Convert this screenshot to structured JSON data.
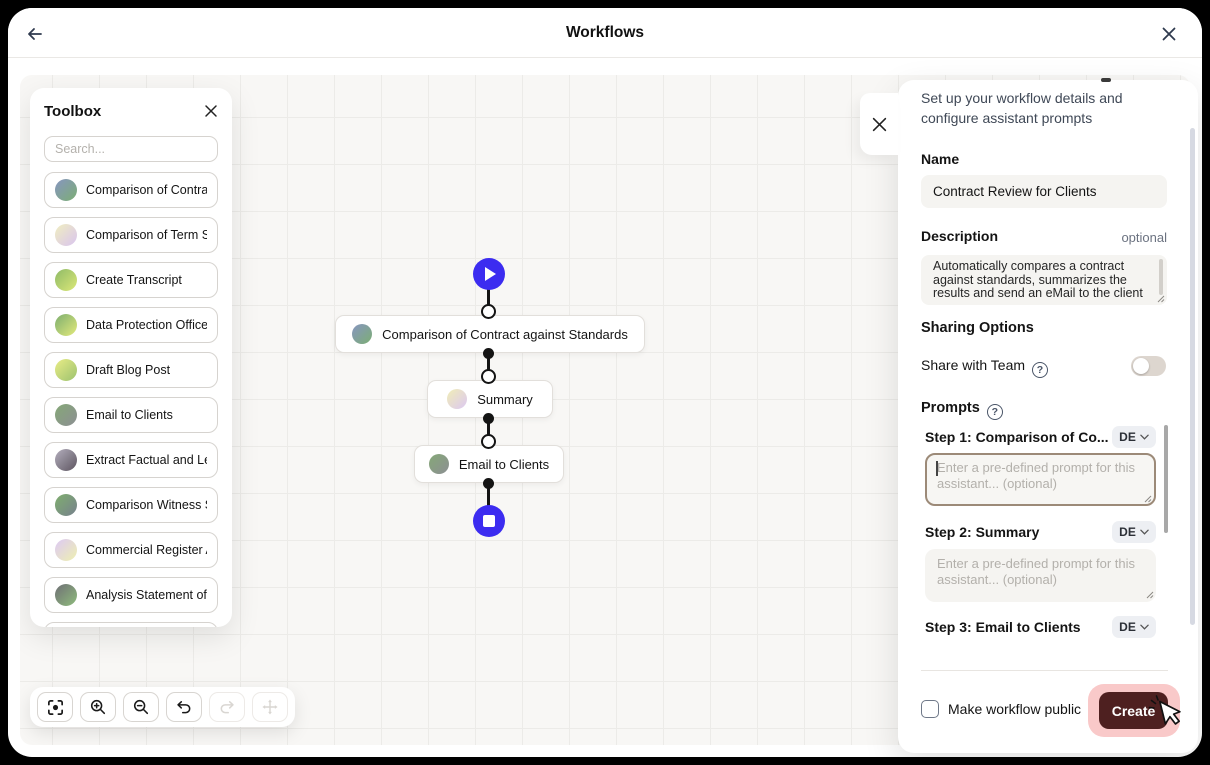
{
  "header": {
    "title": "Workflows",
    "back_icon": "arrow-left",
    "close_icon": "close-x"
  },
  "toolbox": {
    "title": "Toolbox",
    "close_icon": "close-x",
    "search_placeholder": "Search...",
    "items": [
      {
        "label": "Comparison of Contract ...",
        "c1": "#8795c0",
        "c2": "#7cae74"
      },
      {
        "label": "Comparison of Term Sh...",
        "c1": "#f0eec0",
        "c2": "#d9c4ef"
      },
      {
        "label": "Create Transcript",
        "c1": "#8fba67",
        "c2": "#dce878"
      },
      {
        "label": "Data Protection Officer",
        "c1": "#7dae6f",
        "c2": "#e3ea7c"
      },
      {
        "label": "Draft Blog Post",
        "c1": "#e9ec86",
        "c2": "#9cc26f"
      },
      {
        "label": "Email to Clients",
        "c1": "#85a877",
        "c2": "#8d8f93"
      },
      {
        "label": "Extract Factual and Leg...",
        "c1": "#b4aebd",
        "c2": "#5d5560"
      },
      {
        "label": "Comparison Witness Sta...",
        "c1": "#7fae6e",
        "c2": "#77818d"
      },
      {
        "label": "Commercial Register As...",
        "c1": "#ddc9f5",
        "c2": "#eef0b0"
      },
      {
        "label": "Analysis Statement of Cl...",
        "c1": "#6f6f75",
        "c2": "#8fbc7d"
      }
    ]
  },
  "canvas": {
    "accent": "#3c2cf0",
    "start_icon": "play",
    "end_icon": "stop",
    "nodes": [
      {
        "label": "Comparison of Contract against Standards",
        "c1": "#8795c0",
        "c2": "#7cae74"
      },
      {
        "label": "Summary",
        "c1": "#f0edb6",
        "c2": "#dcc8f2"
      },
      {
        "label": "Email to Clients",
        "c1": "#85a877",
        "c2": "#8d8f93"
      }
    ]
  },
  "toolbar": {
    "buttons": [
      {
        "name": "fit-view",
        "enabled": true
      },
      {
        "name": "zoom-in",
        "enabled": true
      },
      {
        "name": "zoom-out",
        "enabled": true
      },
      {
        "name": "undo",
        "enabled": true
      },
      {
        "name": "redo",
        "enabled": false
      },
      {
        "name": "pan",
        "enabled": false
      }
    ]
  },
  "panel": {
    "subtitle": "Set up your workflow details and configure assistant prompts",
    "name_label": "Name",
    "name_value": "Contract Review for Clients",
    "description_label": "Description",
    "description_optional": "optional",
    "description_value": "Automatically compares a contract against standards, summarizes the results and send an eMail to the client",
    "sharing_heading": "Sharing Options",
    "share_label": "Share with Team",
    "share_enabled": false,
    "prompts_heading": "Prompts",
    "steps": [
      {
        "label": "Step 1: Comparison of Co...",
        "lang": "DE",
        "placeholder": "Enter a pre-defined prompt for this assistant... (optional)",
        "focused": true
      },
      {
        "label": "Step 2: Summary",
        "lang": "DE",
        "placeholder": "Enter a pre-defined prompt for this assistant... (optional)",
        "focused": false
      },
      {
        "label": "Step 3: Email to Clients",
        "lang": "DE"
      }
    ],
    "footer": {
      "checkbox_label": "Make workflow public",
      "checked": false,
      "create_label": "Create"
    },
    "colors": {
      "create_bg": "#4e2020",
      "create_halo": "#f9c9c9"
    }
  }
}
